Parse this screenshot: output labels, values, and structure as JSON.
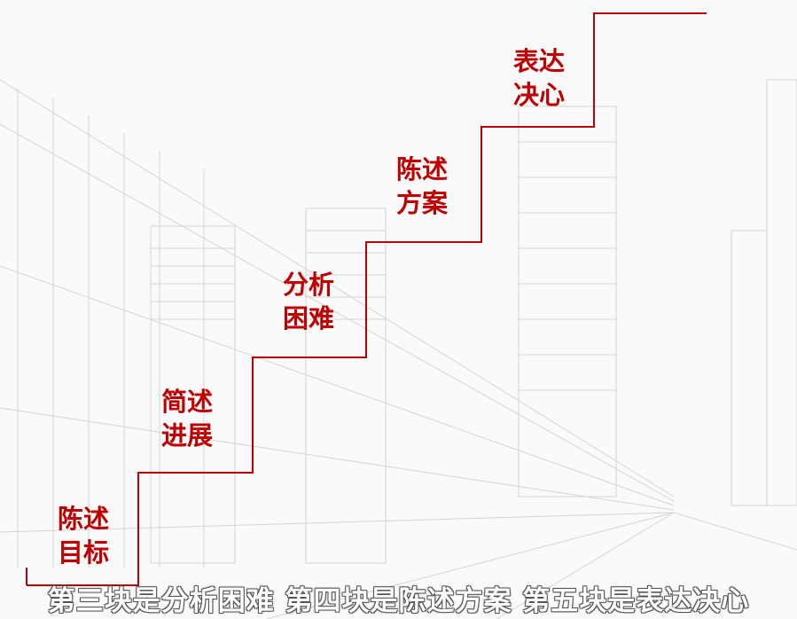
{
  "steps": [
    {
      "line1": "陈述",
      "line2": "目标"
    },
    {
      "line1": "简述",
      "line2": "进展"
    },
    {
      "line1": "分析",
      "line2": "困难"
    },
    {
      "line1": "陈述",
      "line2": "方案"
    },
    {
      "line1": "表达",
      "line2": "决心"
    }
  ],
  "subtitle": "第三块是分析困难 第四块是陈述方案 第五块是表达决心",
  "colors": {
    "accent": "#c00000"
  }
}
